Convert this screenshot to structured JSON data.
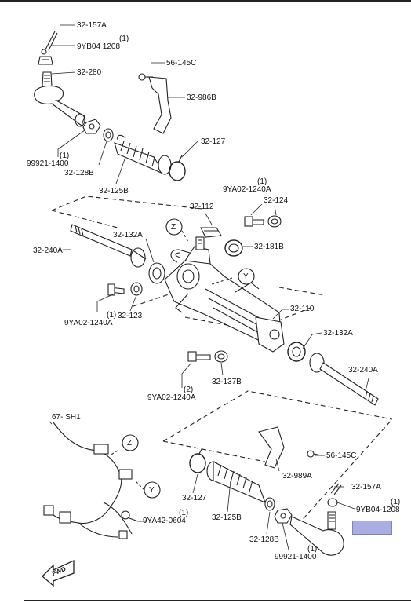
{
  "labels": {
    "p32_157a_top": "32-157A",
    "p9yb04_top_qty": "(1)",
    "p9yb04_top": "9YB04 1208",
    "p32_280": "32-280",
    "p56_145c_top": "56-145C",
    "p32_986b": "32-986B",
    "p99921_top_qty": "(1)",
    "p99921_top": "99921-1400",
    "p32_127_top": "32-127",
    "p32_128b_top": "32-128B",
    "p32_125b_top": "32-125B",
    "p9ya02_top_qty": "(1)",
    "p9ya02_top": "9YA02-1240A",
    "p32_112": "32-112",
    "p32_124": "32-124",
    "p32_132a_left": "32-132A",
    "z_callout_top": "Z",
    "p32_181b": "32-181B",
    "p32_240a_left": "32-240A",
    "y_callout_top": "Y",
    "p9ya02_left_qty": "(1)",
    "p9ya02_left": "9YA02-1240A",
    "p32_123": "32-123",
    "p32_110": "32-110",
    "p32_132a_right": "32-132A",
    "p32_137b": "32-137B",
    "p9ya02_mid_qty": "(2)",
    "p9ya02_mid": "9YA02-1240A",
    "p32_240a_right": "32-240A",
    "p67_sh1": "67- SH1",
    "z_callout_bottom": "Z",
    "p56_145c_bottom": "56-145C",
    "p32_989a": "32-989A",
    "p32_157a_bottom": "32-157A",
    "y_callout_bottom": "Y",
    "p32_127_bottom": "32-127",
    "p9yb04_bottom_qty": "(1)",
    "p9yb04_bottom": "9YB04-1208",
    "p9ya42_qty": "(1)",
    "p9ya42": "9YA42-0604",
    "p32_125b_bottom": "32-125B",
    "p32_128b_bottom": "32-128B",
    "p99921_bottom_qty": "(1)",
    "p99921_bottom": "99921-1400",
    "fwd": "FWD"
  },
  "colors": {
    "line": "#222222",
    "highlight": "#a9aee0"
  }
}
